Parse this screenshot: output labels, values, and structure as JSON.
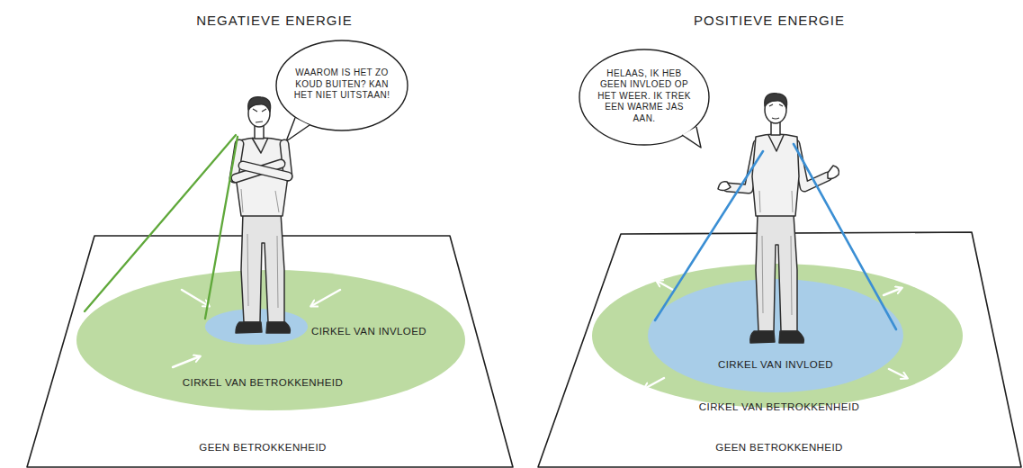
{
  "diagram": {
    "nodes": [
      {
        "text": [
          "WAAROM IS HET ZO KOUD BUITEN? KAN HET NIET UITSTAAN!"
        ]
      },
      {
        "text": [
          "GEEN BETROKKENHEID"
        ]
      },
      {
        "text": [
          "CIRKEL VAN BETROKKENHEID"
        ],
        "in": 1
      },
      {
        "text": [
          "CIRKEL VAN INVLOED"
        ],
        "in": 2
      },
      {
        "text": [
          "HELAAS, IK HEB GEEN INVLOED OP HET WEER. IK TREK EEN WARME JAS AAN."
        ]
      },
      {
        "text": [
          "GEEN BETROKKENHEID"
        ]
      },
      {
        "text": [
          "CIRKEL VAN BETROKKENHEID"
        ],
        "in": 5
      },
      {
        "text": [
          "CIRKEL VAN INVLOED"
        ],
        "in": 6
      }
    ],
    "labels": [
      "NEGATIEVE ENERGIE",
      "POSITIEVE ENERGIE"
    ]
  }
}
